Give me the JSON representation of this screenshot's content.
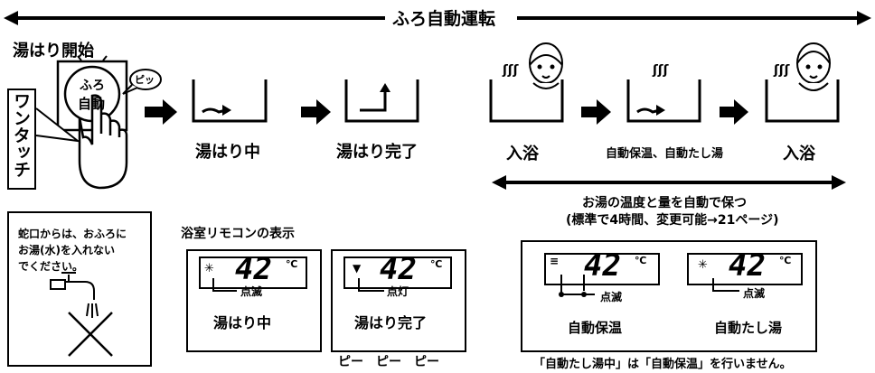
{
  "header": {
    "title": "ふろ自動運転"
  },
  "start": {
    "title": "湯はり開始",
    "button_line1": "ふろ",
    "button_line2": "自動",
    "beep": "ピッ",
    "one_touch": "ワンタッチ"
  },
  "steps": {
    "filling": "湯はり中",
    "done": "湯はり完了",
    "bath1": "入浴",
    "keep": "自動保温、自動たし湯",
    "bath2": "入浴"
  },
  "keep_range": {
    "line1": "お湯の温度と量を自動で保つ",
    "line2": "(標準で4時間、変更可能→21ページ)"
  },
  "warning": {
    "line1": "蛇口からは、おふろに",
    "line2": "お湯(水)を入れない",
    "line3": "でください。"
  },
  "remote": {
    "heading": "浴室リモコンの表示",
    "temp": "42",
    "unit": "℃",
    "panels": [
      {
        "state": "点滅",
        "caption": "湯はり中"
      },
      {
        "state": "点灯",
        "caption": "湯はり完了"
      },
      {
        "state": "点滅",
        "caption": "自動保温"
      },
      {
        "state": "点滅",
        "caption": "自動たし湯"
      }
    ],
    "beeps": "ピー　ピー　ピー"
  },
  "note": "「自動たし湯中」は「自動保温」を行いません。",
  "steam": "ʃʃʃ"
}
